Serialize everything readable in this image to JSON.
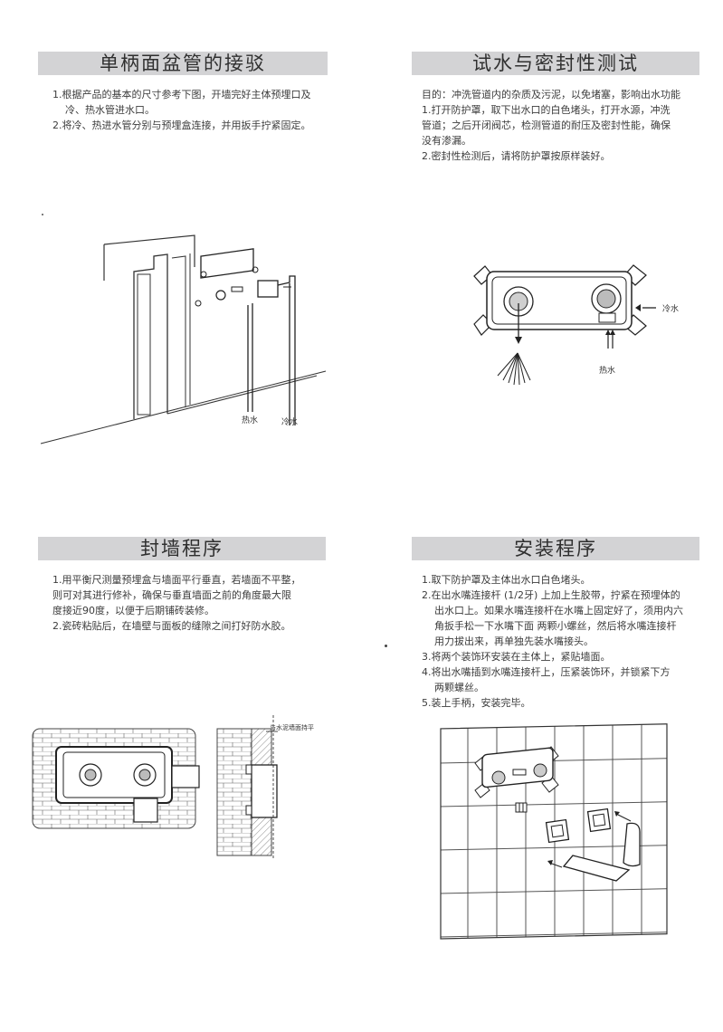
{
  "sections": {
    "connect": {
      "title": "单柄面盆管的接驳",
      "lines": [
        "1.根据产品的基本的尺寸参考下图，开墙完好主体预埋口及",
        "冷、热水管进水口。",
        "2.将冷、热进水管分别与预埋盒连接，并用扳手拧紧固定。"
      ],
      "diagram": {
        "hot_label": "热水",
        "cold_label": "冷水"
      }
    },
    "test": {
      "title": "试水与密封性测试",
      "lines": [
        "目的：冲洗管道内的杂质及污泥，以免堵塞，影响出水功能",
        "1.打开防护罩，取下出水口的白色堵头，打开水源，冲洗",
        "管道；之后开闭阀芯，检测管道的耐压及密封性能，确保",
        "没有渗漏。",
        "2.密封性检测后，请将防护罩按原样装好。"
      ],
      "diagram": {
        "cold_label": "冷水",
        "hot_label": "热水"
      }
    },
    "seal": {
      "title": "封墙程序",
      "lines": [
        "1.用平衡尺测量预埋盒与墙面平行垂直，若墙面不平整，",
        "则可对其进行修补，确保与垂直墙面之前的角度最大限",
        "度接近90度，以便于后期铺砖装修。",
        "2.瓷砖粘贴后，在墙壁与面板的缝隙之间打好防水胶。"
      ],
      "diagram": {
        "flush_label": "与水泥墙面持平"
      }
    },
    "install": {
      "title": "安装程序",
      "lines": [
        "1.取下防护罩及主体出水口白色堵头。",
        "2.在出水嘴连接杆 (1/2牙) 上加上生胶带，拧紧在预埋体的",
        "出水口上。如果水嘴连接杆在水嘴上固定好了，须用内六",
        "角扳手松一下水嘴下面  两颗小螺丝，然后将水嘴连接杆",
        "用力拔出来，再单独先装水嘴接头。",
        "3.将两个装饰环安装在主体上，紧贴墙面。",
        "4.将出水嘴插到水嘴连接杆上，压紧装饰环，并锁紧下方",
        "两颗螺丝。",
        "5.装上手柄，安装完毕。"
      ]
    }
  }
}
